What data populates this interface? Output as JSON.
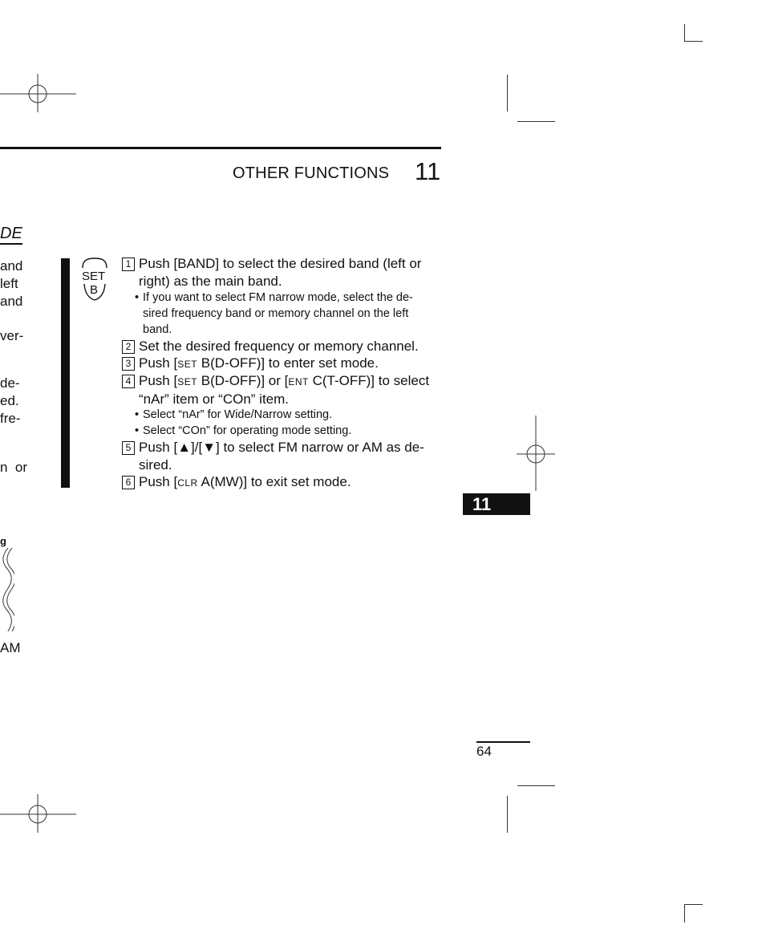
{
  "header": {
    "title": "OTHER FUNCTIONS",
    "chapter_number": "11"
  },
  "left_fragments": {
    "heading": "DE",
    "lines": [
      "and",
      "left",
      "and",
      "ver-",
      "de-",
      "ed.",
      "fre-",
      "n  or",
      "AM"
    ],
    "small": "g"
  },
  "key_icon": {
    "line1": "SET",
    "line2": "B"
  },
  "steps": [
    {
      "num": "1",
      "pre": "Push [BAND] to select the desired band (left or right) as the main band."
    },
    {
      "num": "2",
      "pre": "Set the desired frequency or memory channel."
    },
    {
      "num": "3",
      "pre": "Push [",
      "sc": "SET",
      "post": " B(D-OFF)] to enter set mode."
    },
    {
      "num": "4",
      "pre": "Push [",
      "sc": "SET",
      "mid": " B(D-OFF)] or [",
      "sc2": "ENT",
      "post": " C(T-OFF)] to select “nAr” item or “COn” item."
    },
    {
      "num": "5",
      "pre": "Push [",
      "up": "▲",
      "mid": "]/[",
      "down": "▼",
      "post": "] to select FM narrow or AM as desired."
    },
    {
      "num": "6",
      "pre": "Push [",
      "sc": "CLR",
      "post": " A(MW)] to exit set mode."
    }
  ],
  "step5_lines": {
    "line1": "Push [▲]/[▼] to select FM narrow or AM as de-",
    "line2": "sired."
  },
  "bullets": {
    "b1_line1": "If you want to select FM narrow mode, select the de-",
    "b1_line2": "sired frequency band or memory channel on the left",
    "b1_line3": "band.",
    "b2": "Select “nAr” for Wide/Narrow setting.",
    "b3": "Select “COn” for operating mode setting.",
    "bullet_char": "•"
  },
  "step1_lines": {
    "line1": "Push [BAND] to select the desired band (left or",
    "line2": "right) as the main band."
  },
  "step4_lines": {
    "line2": "“nAr” item or “COn” item."
  },
  "chapter_tab": "11",
  "page_number": "64"
}
